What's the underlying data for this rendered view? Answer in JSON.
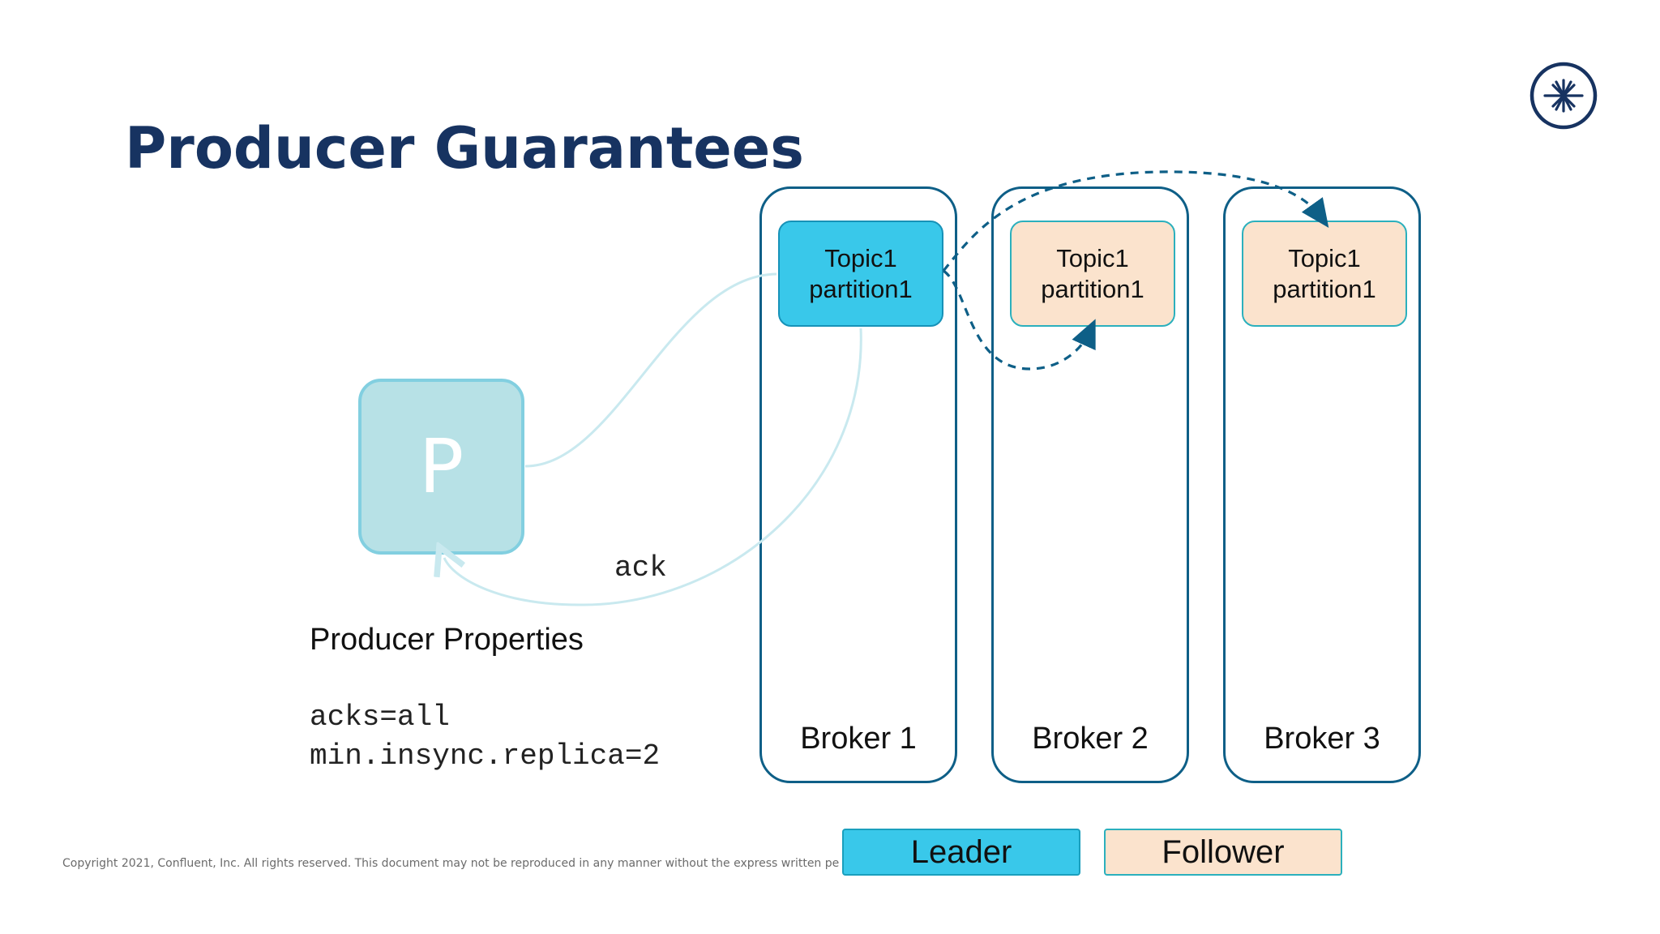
{
  "title": "Producer Guarantees",
  "producer": {
    "label": "P"
  },
  "ack_label": "ack",
  "properties": {
    "heading": "Producer Properties",
    "lines": [
      "acks=all",
      "min.insync.replica=2"
    ]
  },
  "brokers": [
    {
      "label": "Broker 1",
      "partition": {
        "line1": "Topic1",
        "line2": "partition1",
        "role": "leader"
      }
    },
    {
      "label": "Broker 2",
      "partition": {
        "line1": "Topic1",
        "line2": "partition1",
        "role": "follower"
      }
    },
    {
      "label": "Broker 3",
      "partition": {
        "line1": "Topic1",
        "line2": "partition1",
        "role": "follower"
      }
    }
  ],
  "legend": {
    "leader": "Leader",
    "follower": "Follower"
  },
  "copyright": "Copyright 2021, Confluent, Inc. All rights reserved. This document may not be reproduced in any manner without the express written pe",
  "colors": {
    "title": "#173361",
    "broker_border": "#0e5f87",
    "leader": "#39c8ea",
    "follower": "#fbe3cd",
    "producer": "#b7e1e6",
    "replication_arrow": "#0e5f87",
    "produce_flow": "#c9e9ef"
  },
  "logo_icon": "confluent-logo-icon"
}
